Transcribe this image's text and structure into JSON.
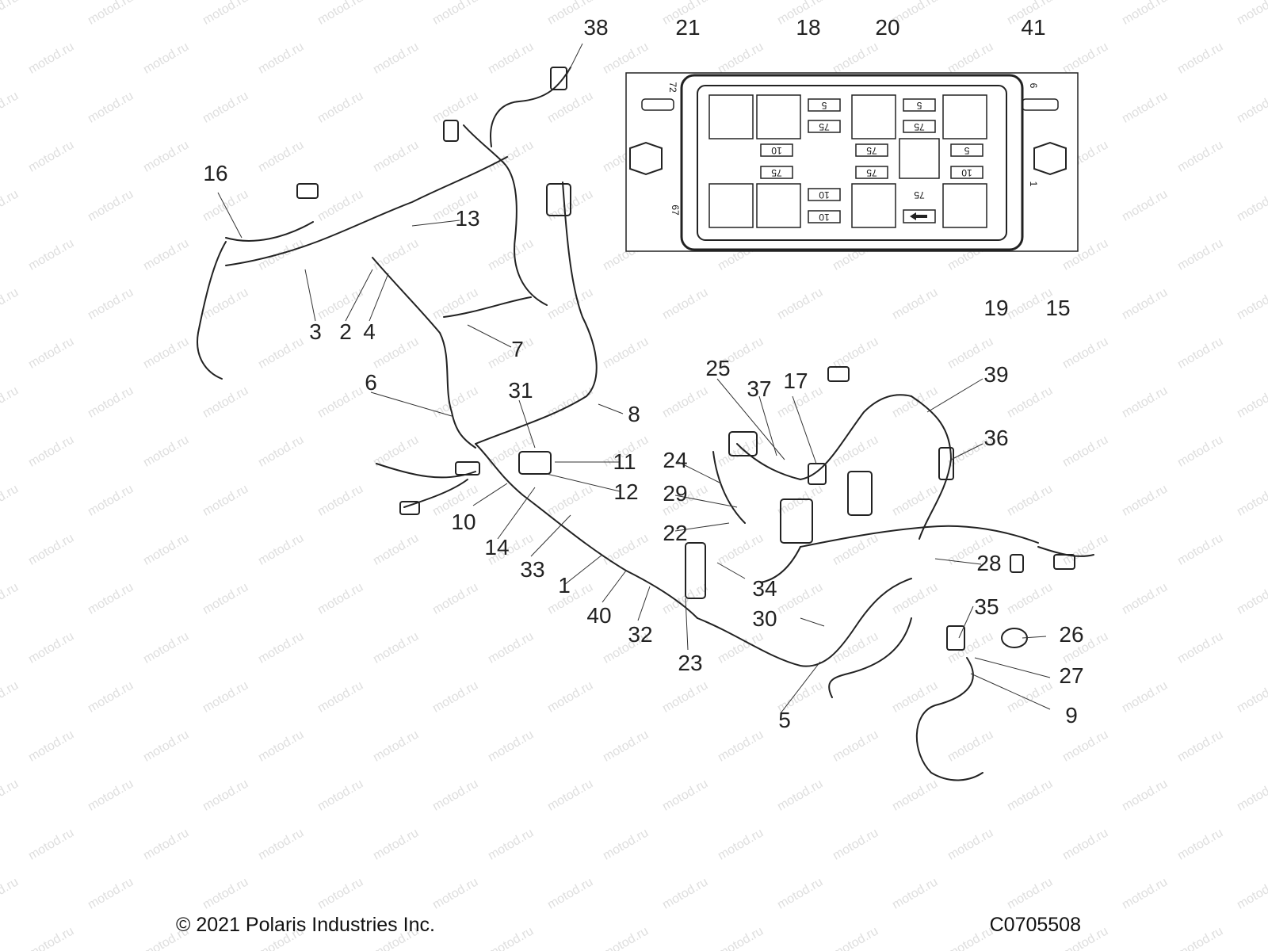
{
  "watermark_text": "motod.ru",
  "callouts": [
    "1",
    "2",
    "3",
    "4",
    "5",
    "6",
    "7",
    "8",
    "9",
    "10",
    "11",
    "12",
    "13",
    "14",
    "15",
    "16",
    "17",
    "18",
    "19",
    "20",
    "21",
    "22",
    "23",
    "24",
    "25",
    "26",
    "27",
    "28",
    "29",
    "30",
    "31",
    "32",
    "33",
    "34",
    "35",
    "36",
    "37",
    "38",
    "39",
    "40",
    "41"
  ],
  "fuse_box": {
    "edge_labels": [
      "72",
      "6",
      "67",
      "1"
    ],
    "fuse_ratings": [
      "5",
      "75",
      "5",
      "75",
      "10",
      "75",
      "75",
      "5",
      "75",
      "75",
      "10",
      "10",
      "10"
    ]
  },
  "footer": {
    "copyright": "© 2021 Polaris Industries Inc.",
    "drawing_number": "C0705508"
  }
}
